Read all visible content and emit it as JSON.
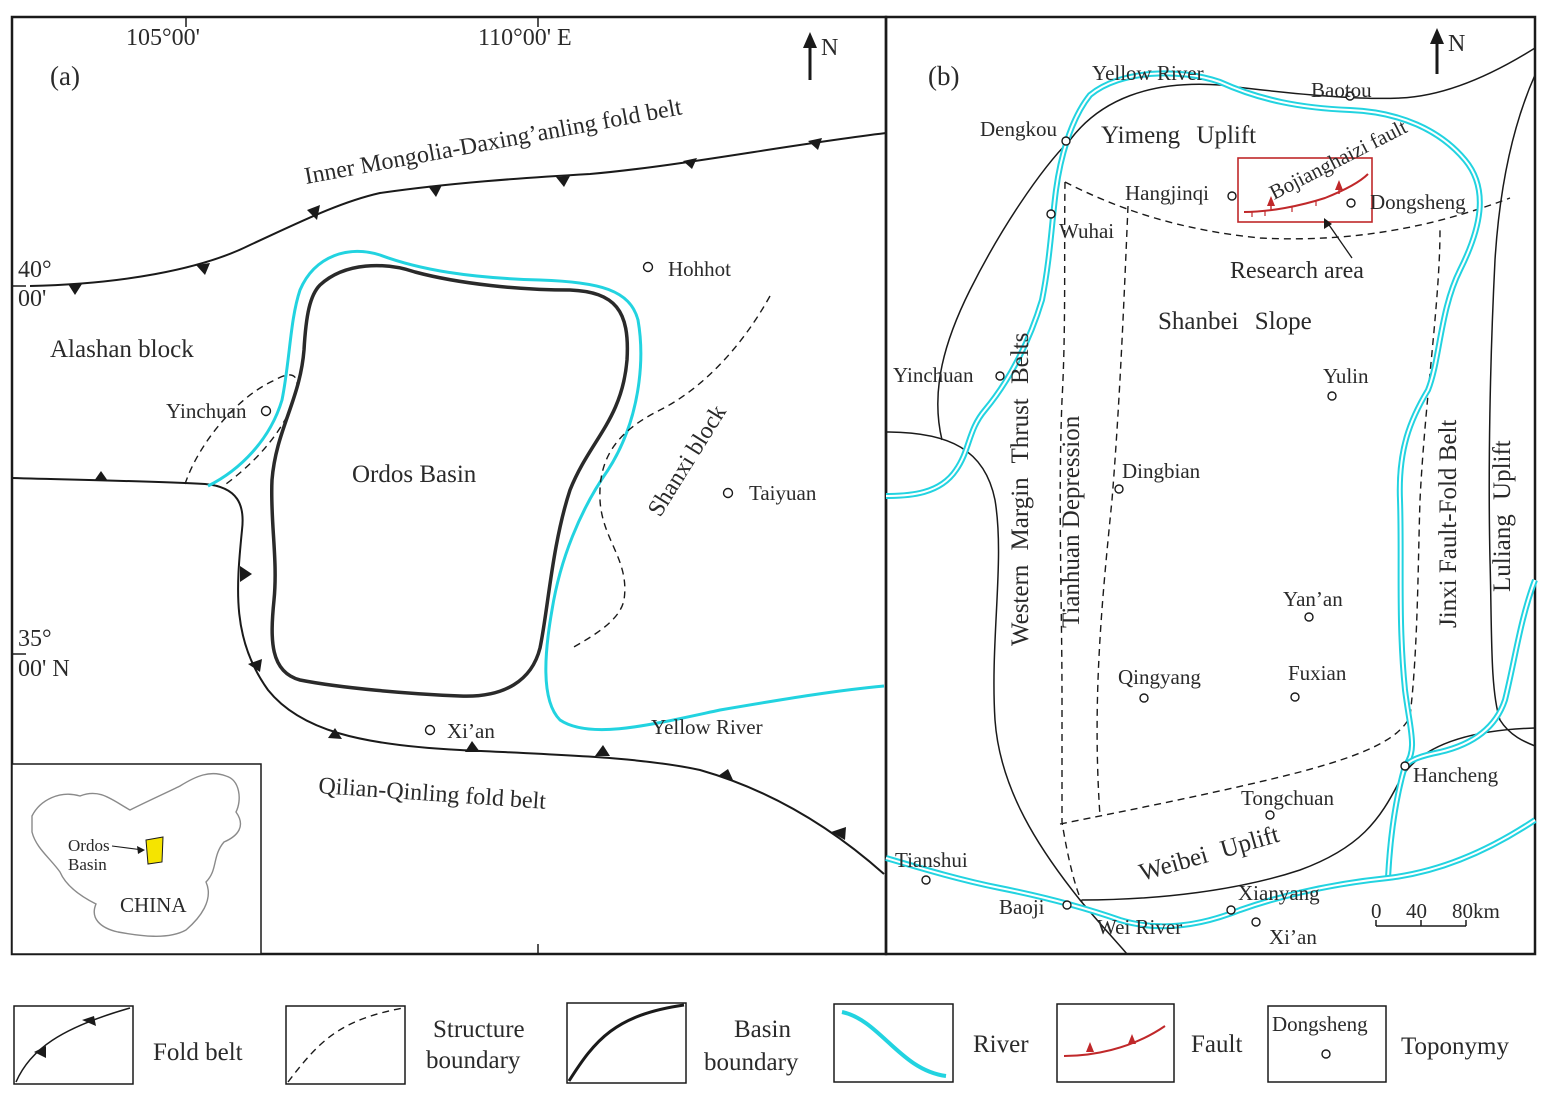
{
  "panel_a": {
    "label": "(a)",
    "lon_labels": [
      "105°00'",
      "110°00' E"
    ],
    "lat_labels": [
      {
        "deg": "40°",
        "min": "00'"
      },
      {
        "deg": "35°",
        "min": "00' N"
      }
    ],
    "north": "N",
    "regions": {
      "inner_mongolia": "Inner Mongolia-Daxing’anling fold belt",
      "alashan": "Alashan block",
      "ordos": "Ordos Basin",
      "shanxi": "Shanxi block",
      "qilian": "Qilian-Qinling fold belt",
      "yellow_river": "Yellow River"
    },
    "cities": [
      "Hohhot",
      "Yinchuan",
      "Taiyuan",
      "Xi’an"
    ],
    "inset": {
      "basin_label_1": "Ordos",
      "basin_label_2": "Basin",
      "country": "CHINA",
      "highlight_color": "#f5e400"
    }
  },
  "panel_b": {
    "label": "(b)",
    "north": "N",
    "units": {
      "yimeng": "Yimeng Uplift",
      "shanbei": "Shanbei Slope",
      "western": "Western Margin Thrust Belts",
      "tianhuan": "Tianhuan Depression",
      "jinxi": "Jinxi Fault-Fold Belt",
      "luliang": "Luliang Uplift",
      "weibei": "Weibei Uplift"
    },
    "rivers": {
      "yellow": "Yellow River",
      "wei": "Wei River"
    },
    "fault_label": "Bojianghaizi fault",
    "research_area": "Research area",
    "cities": [
      "Baotou",
      "Dengkou",
      "Hangjinqi",
      "Dongsheng",
      "Wuhai",
      "Yinchuan",
      "Yulin",
      "Dingbian",
      "Yan’an",
      "Qingyang",
      "Fuxian",
      "Hancheng",
      "Tongchuan",
      "Tianshui",
      "Baoji",
      "Xianyang",
      "Xi’an"
    ],
    "scale": {
      "ticks": [
        "0",
        "40",
        "80km"
      ]
    }
  },
  "legend": {
    "fold_belt": "Fold belt",
    "structure_1": "Structure",
    "structure_2": "boundary",
    "basin_1": "Basin",
    "basin_2": "boundary",
    "river": "River",
    "fault": "Fault",
    "toponymy_sample": "Dongsheng",
    "toponymy": "Toponymy"
  },
  "colors": {
    "river": "#22d3e0",
    "fault": "#c0282a",
    "basin_highlight": "#f5e400"
  }
}
